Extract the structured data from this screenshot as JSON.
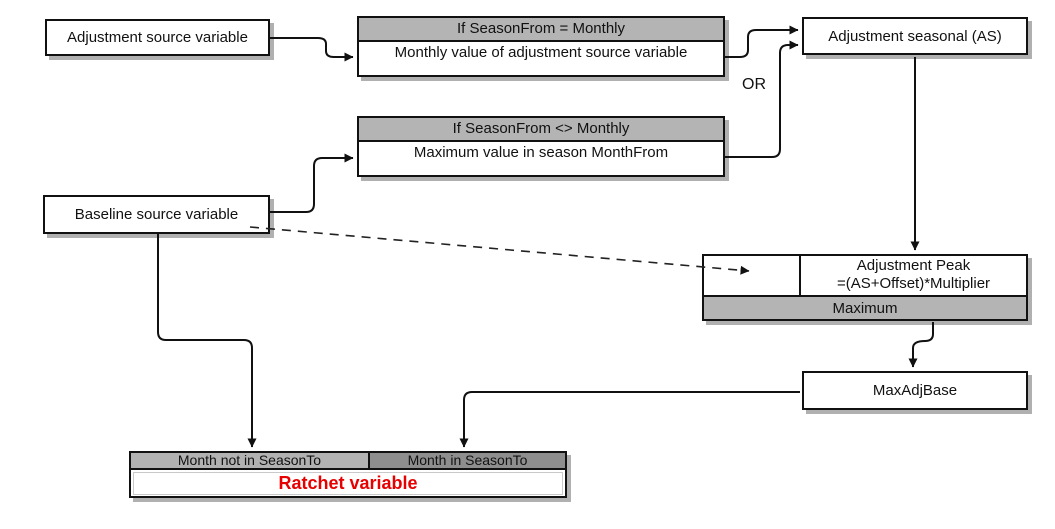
{
  "diagram": {
    "boxes": {
      "adjustment_source": {
        "label": "Adjustment source variable"
      },
      "monthly_rule": {
        "header": "If SeasonFrom = Monthly",
        "body": "Monthly value of adjustment source variable"
      },
      "season_rule": {
        "header": "If SeasonFrom <> Monthly",
        "body": "Maximum value in season MonthFrom"
      },
      "adjustment_seasonal": {
        "label": "Adjustment seasonal (AS)"
      },
      "baseline_source": {
        "label": "Baseline source variable"
      },
      "adjustment_peak": {
        "title": "Adjustment Peak",
        "formula": "=(AS+Offset)*Multiplier",
        "footer": "Maximum"
      },
      "max_adj_base": {
        "label": "MaxAdjBase"
      },
      "ratchet": {
        "header_left": "Month not in SeasonTo",
        "header_right": "Month in SeasonTo",
        "label": "Ratchet variable"
      }
    },
    "connector_labels": {
      "or": "OR"
    },
    "colors": {
      "header_gray": "#b4b4b4",
      "month_not_in_gray": "#b2b2b2",
      "month_in_gray": "#8e8e8e",
      "ratchet_text_red": "#e60000",
      "line_black": "#111111",
      "shadow_gray": "#b0b0b0"
    }
  }
}
